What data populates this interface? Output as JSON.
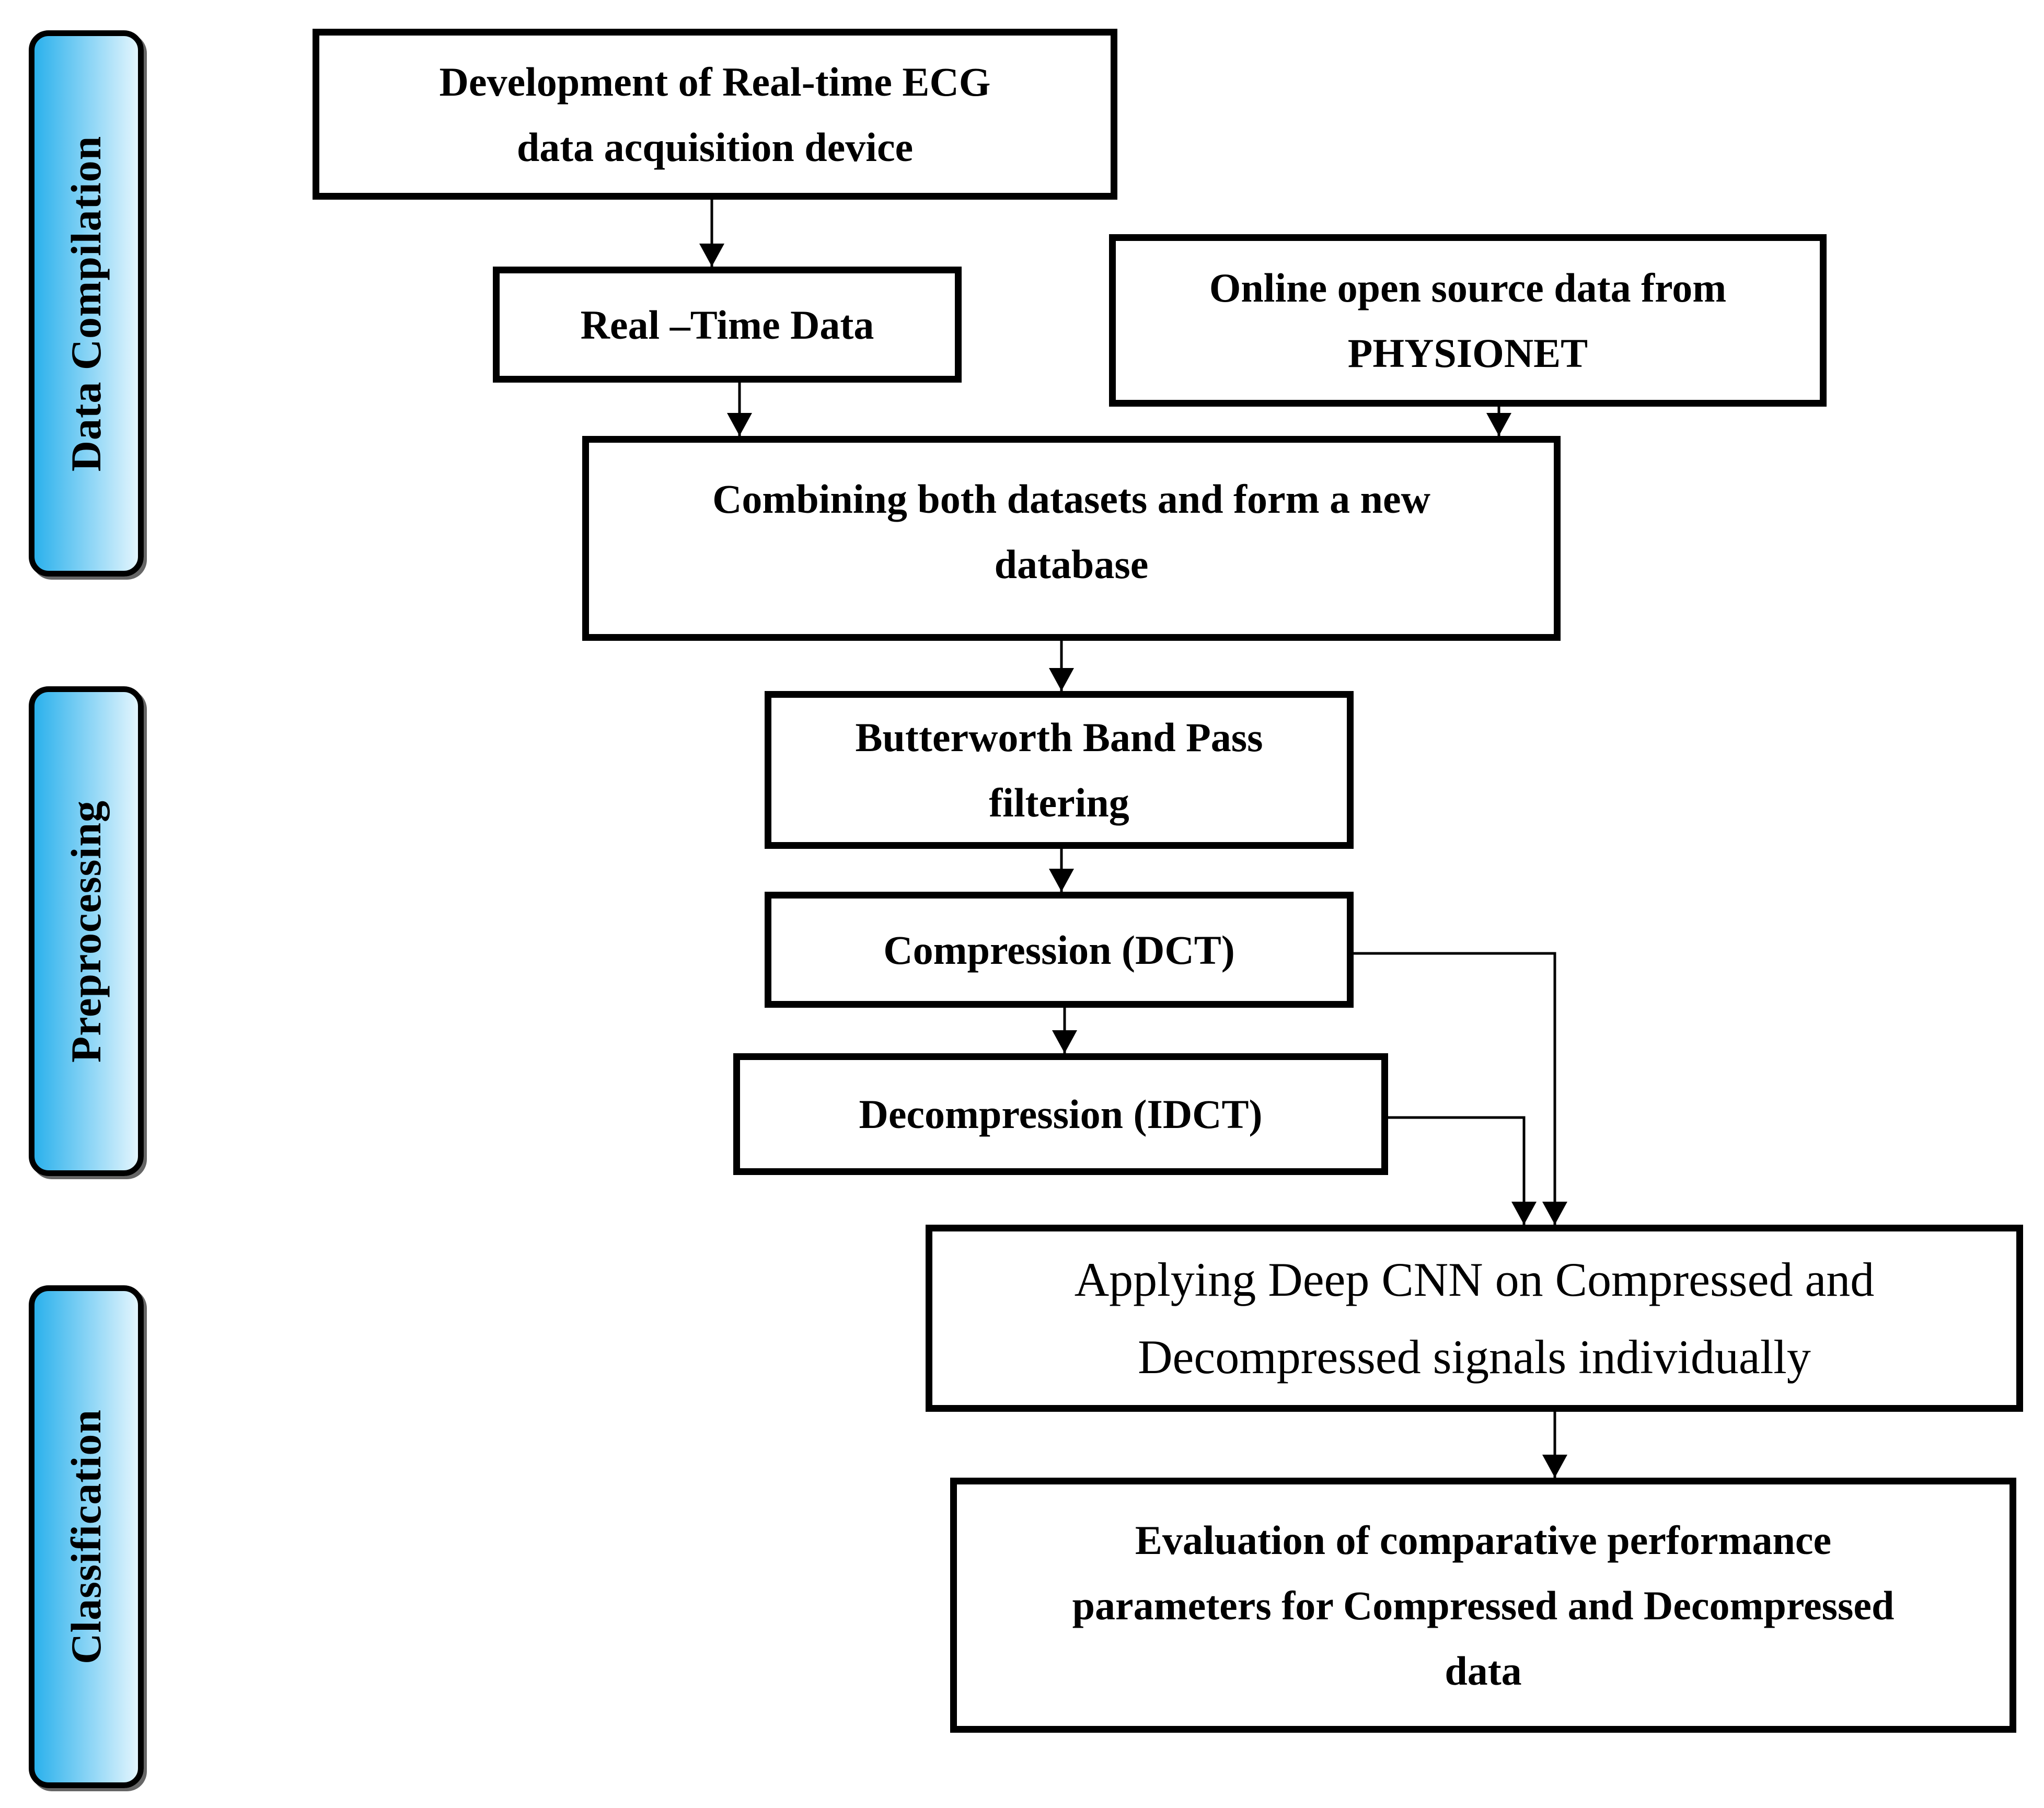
{
  "stages": {
    "data_compilation": "Data Compilation",
    "preprocessing": "Preprocessing",
    "classification": "Classification"
  },
  "boxes": {
    "development": [
      "Development of Real-time ECG",
      "data acquisition device"
    ],
    "real_time_data": [
      "Real –Time Data"
    ],
    "physionet": [
      "Online open source data from",
      "PHYSIONET"
    ],
    "combining": [
      "Combining both datasets and form a new",
      "database"
    ],
    "butterworth": [
      "Butterworth Band Pass",
      "filtering"
    ],
    "compression": [
      "Compression (DCT)"
    ],
    "decompression": [
      "Decompression (IDCT)"
    ],
    "deep_cnn": [
      "Applying Deep CNN on Compressed and",
      "Decompressed signals individually"
    ],
    "evaluation": [
      "Evaluation of comparative performance",
      "parameters for Compressed and Decompressed",
      "data"
    ]
  },
  "colors": {
    "stage_fill_dark": "#2bb1ec",
    "stage_fill_light": "#e3f5fd",
    "line": "#000000",
    "background": "#ffffff"
  }
}
